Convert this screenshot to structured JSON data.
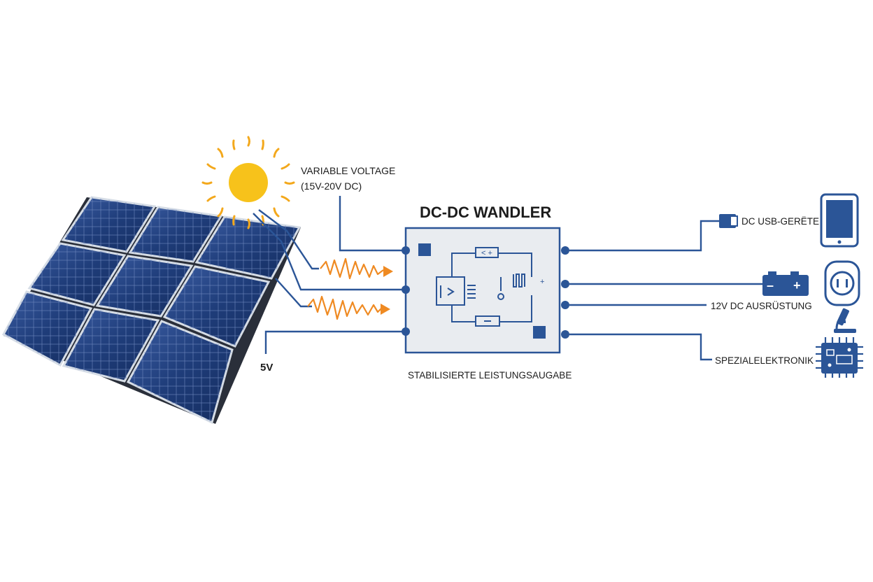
{
  "labels": {
    "input_voltage_line1": "VARIABLE VOLTAGE",
    "input_voltage_line2": "(15V-20V DC)",
    "converter_title": "DC-DC WANDLER",
    "converter_caption": "STABILISIERTE LEISTUNGSAUGABE",
    "low_voltage": "5V",
    "usb_devices": "DC USB-GERËTE",
    "twelve_volt": "12V DC AUSRÜSTUNG",
    "special_electronics": "SPEZIALELEKTRONIK"
  },
  "colors": {
    "wire": "#2b5597",
    "panel": "#1f3d7a",
    "panel_frame": "#c9d1dc",
    "sun": "#f7c21b",
    "sun_rays": "#f3a81c",
    "noise": "#ef8a22",
    "converter_fill": "#e9ecf0",
    "converter_border": "#2b5597",
    "text": "#1c1c1c"
  },
  "icons": [
    "sun-icon",
    "solar-panel-icon",
    "usb-plug-icon",
    "battery-icon",
    "tablet-icon",
    "socket-icon",
    "microscope-icon",
    "chip-icon"
  ]
}
